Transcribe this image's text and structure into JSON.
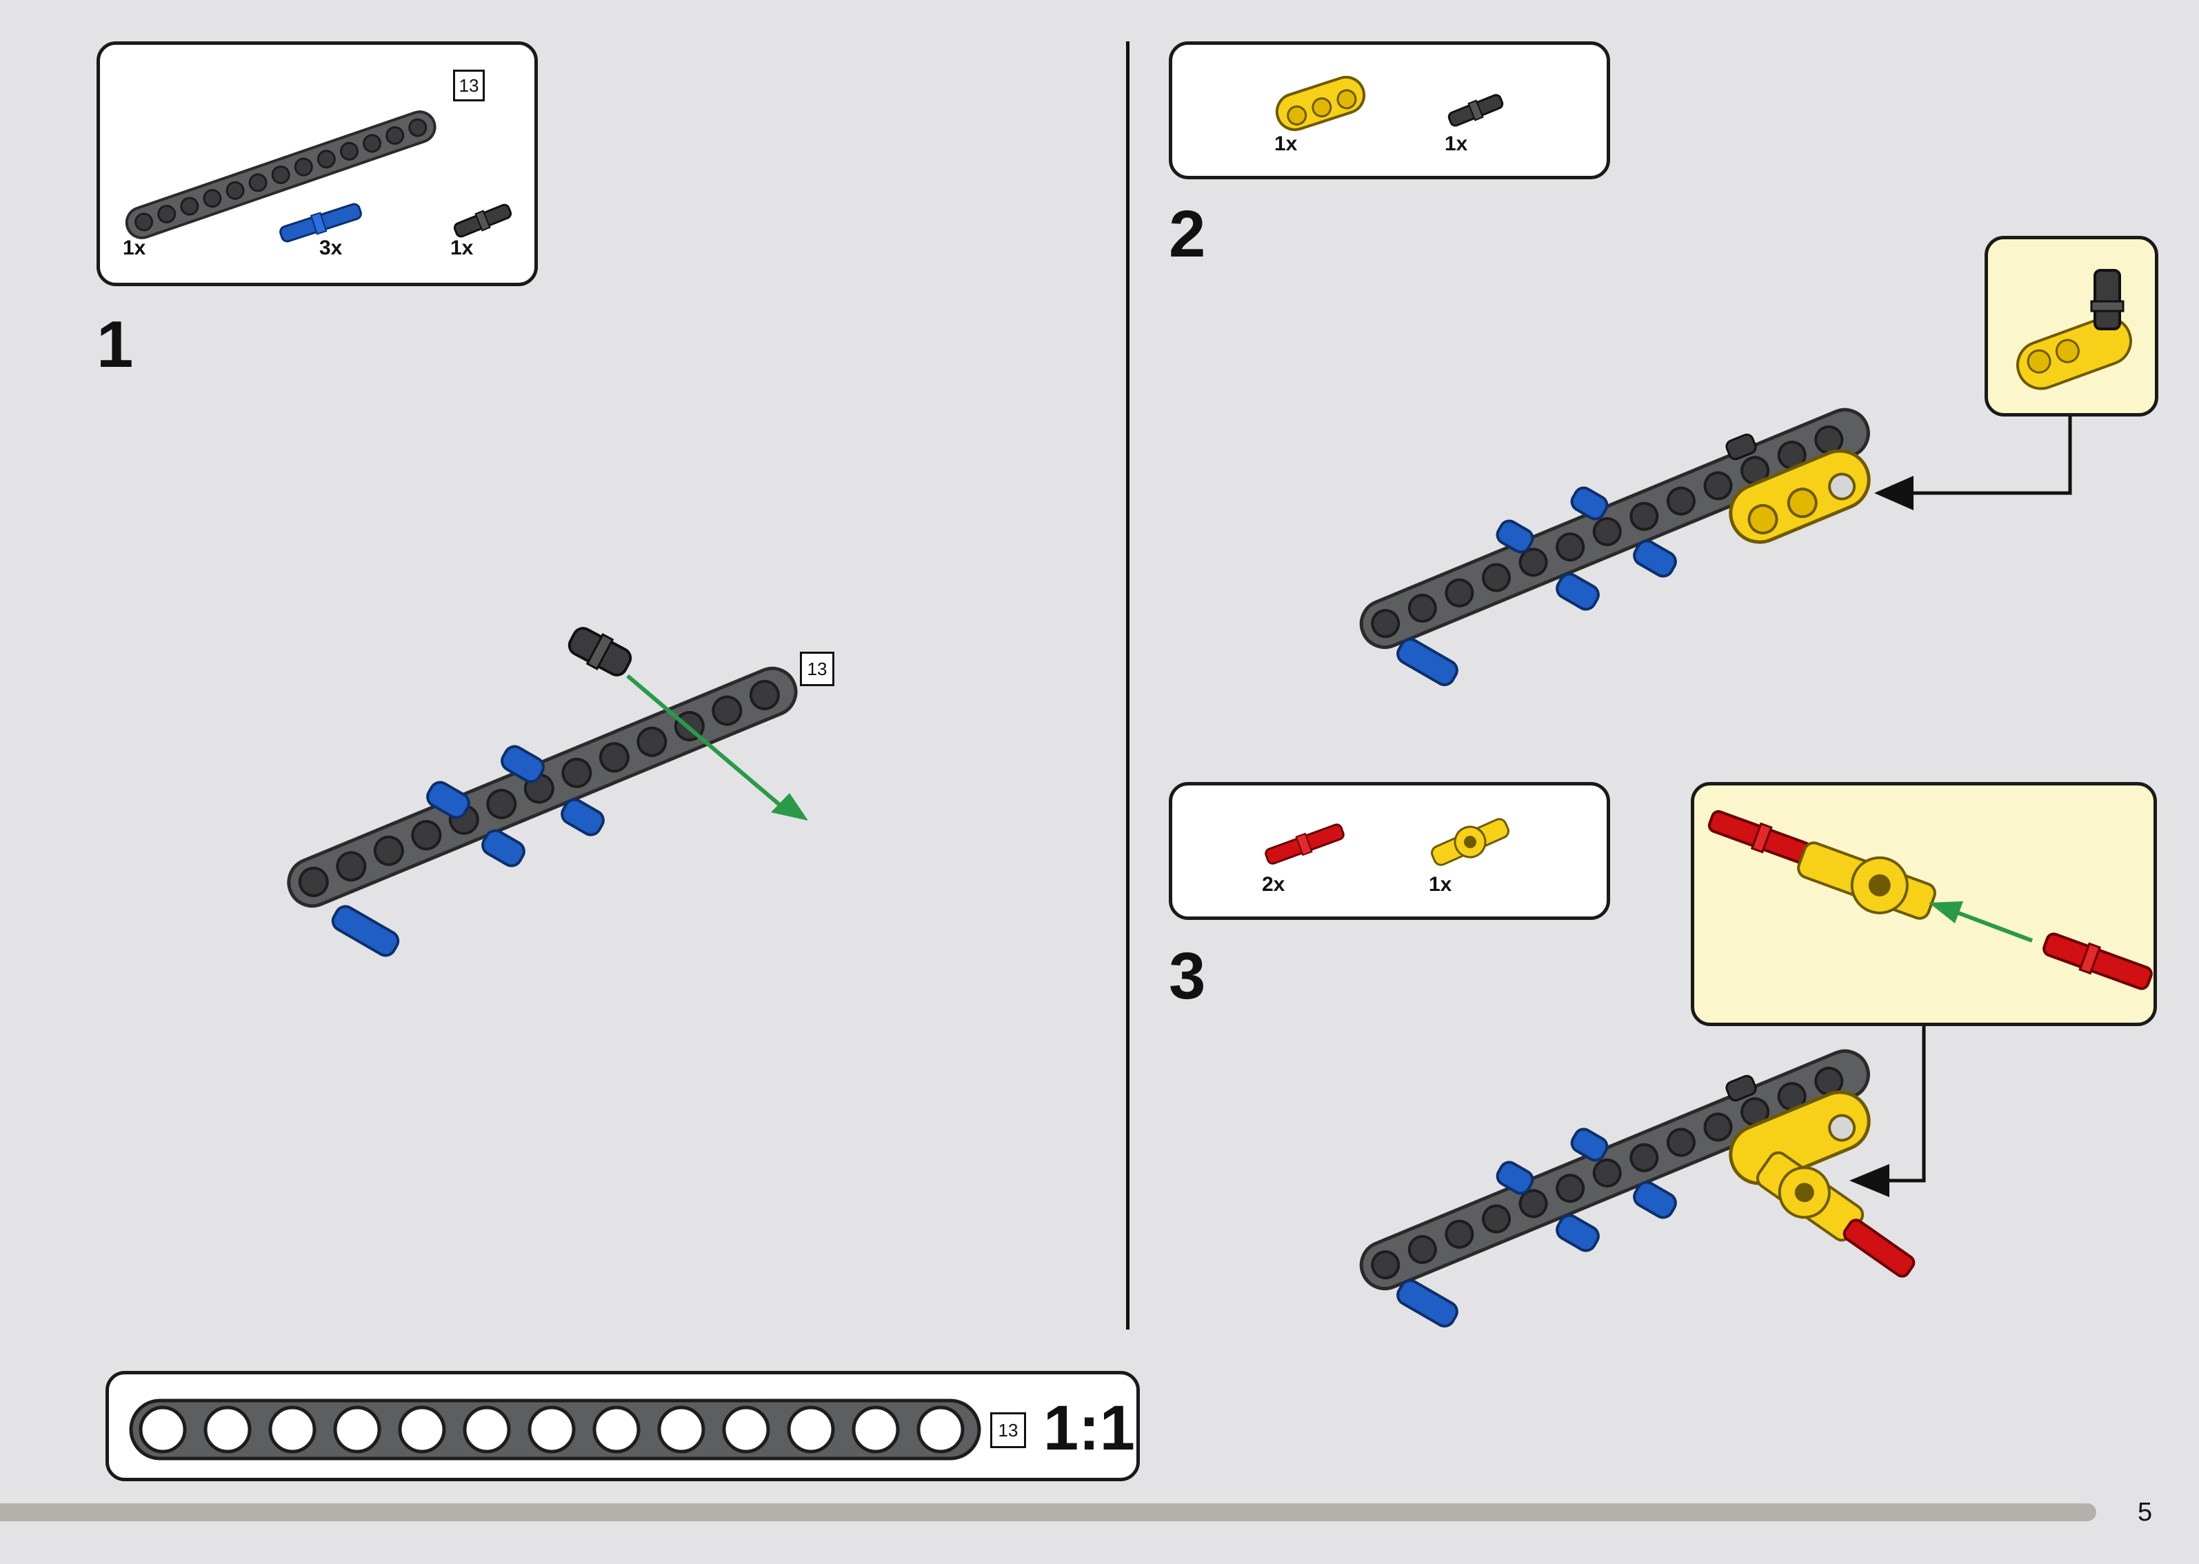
{
  "page_number": "5",
  "steps": [
    {
      "number": "1",
      "parts": [
        {
          "qty": "1x",
          "name": "grey-13-beam"
        },
        {
          "qty": "3x",
          "name": "blue-pin"
        },
        {
          "qty": "1x",
          "name": "black-pin"
        }
      ],
      "length_label": "13",
      "model_length_label": "13"
    },
    {
      "number": "2",
      "parts": [
        {
          "qty": "1x",
          "name": "yellow-3-beam"
        },
        {
          "qty": "1x",
          "name": "black-pin"
        }
      ]
    },
    {
      "number": "3",
      "parts": [
        {
          "qty": "2x",
          "name": "red-axle-pin"
        },
        {
          "qty": "1x",
          "name": "yellow-connector"
        }
      ]
    }
  ],
  "scale_ruler": {
    "length_label": "13",
    "scale_text": "1:1"
  },
  "colors": {
    "beam_grey": "#5d5e60",
    "pin_blue": "#1f5ec4",
    "part_yellow": "#f7d117",
    "part_red": "#d01012",
    "arrow_green": "#2a9a48",
    "zoom_bg": "#fcf6cc"
  }
}
